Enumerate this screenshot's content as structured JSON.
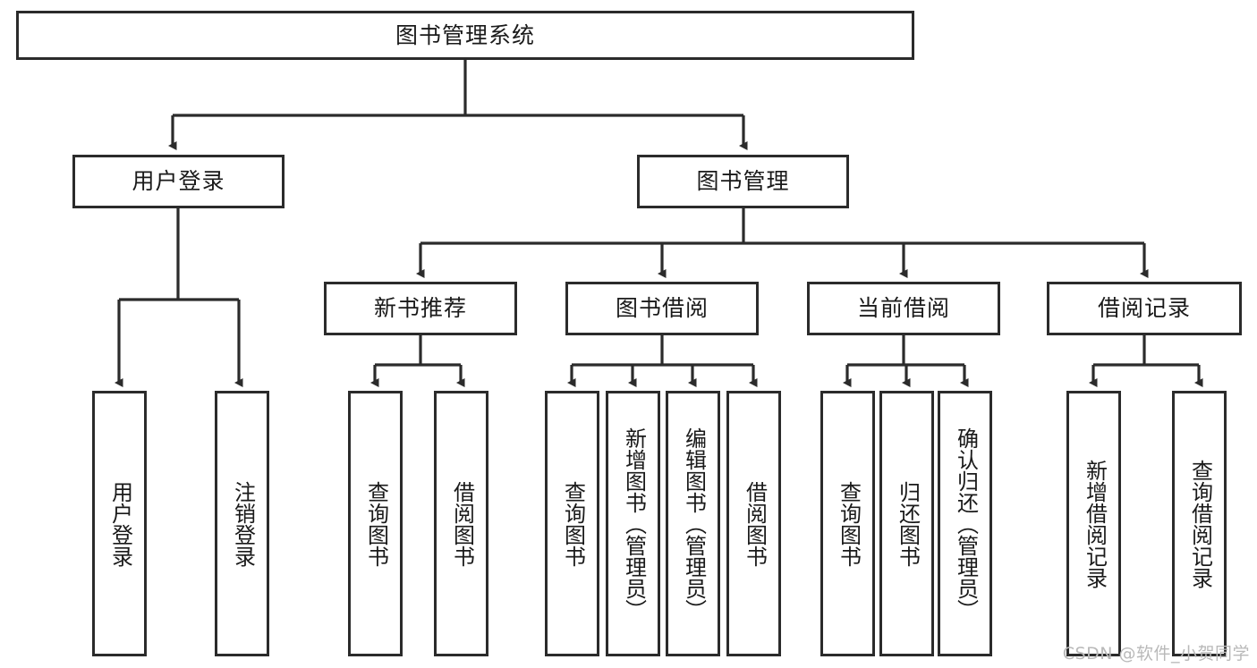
{
  "diagram": {
    "title": "图书管理系统",
    "type": "tree-hierarchy",
    "watermark": "CSDN @软件_小贺同学",
    "colors": {
      "border": "#2b2b2b",
      "background": "#ffffff",
      "text": "#1a1a1a",
      "watermark": "#b9b9b9"
    },
    "nodes": {
      "root": {
        "label": "图书管理系统",
        "level": 0,
        "orientation": "horizontal"
      },
      "l1": [
        {
          "id": "user-login",
          "label": "用户登录",
          "level": 1,
          "orientation": "horizontal"
        },
        {
          "id": "book-manage",
          "label": "图书管理",
          "level": 1,
          "orientation": "horizontal"
        }
      ],
      "l2": [
        {
          "id": "new-book-rec",
          "label": "新书推荐",
          "level": 2,
          "orientation": "horizontal",
          "parent": "book-manage"
        },
        {
          "id": "book-borrow",
          "label": "图书借阅",
          "level": 2,
          "orientation": "horizontal",
          "parent": "book-manage"
        },
        {
          "id": "current-borrow",
          "label": "当前借阅",
          "level": 2,
          "orientation": "horizontal",
          "parent": "book-manage"
        },
        {
          "id": "borrow-record",
          "label": "借阅记录",
          "level": 2,
          "orientation": "horizontal",
          "parent": "book-manage"
        }
      ],
      "leaves": [
        {
          "id": "leaf-user-login",
          "label": "用户登录",
          "parent": "user-login",
          "orientation": "vertical"
        },
        {
          "id": "leaf-user-logout",
          "label": "注销登录",
          "parent": "user-login",
          "orientation": "vertical"
        },
        {
          "id": "leaf-query-book-1",
          "label": "查询图书",
          "parent": "new-book-rec",
          "orientation": "vertical"
        },
        {
          "id": "leaf-borrow-book-1",
          "label": "借阅图书",
          "parent": "new-book-rec",
          "orientation": "vertical"
        },
        {
          "id": "leaf-query-book-2",
          "label": "查询图书",
          "parent": "book-borrow",
          "orientation": "vertical"
        },
        {
          "id": "leaf-add-book",
          "label": "新增图书（管理员）",
          "parent": "book-borrow",
          "orientation": "vertical"
        },
        {
          "id": "leaf-edit-book",
          "label": "编辑图书（管理员）",
          "parent": "book-borrow",
          "orientation": "vertical"
        },
        {
          "id": "leaf-borrow-book-2",
          "label": "借阅图书",
          "parent": "book-borrow",
          "orientation": "vertical"
        },
        {
          "id": "leaf-query-book-3",
          "label": "查询图书",
          "parent": "current-borrow",
          "orientation": "vertical"
        },
        {
          "id": "leaf-return-book",
          "label": "归还图书",
          "parent": "current-borrow",
          "orientation": "vertical"
        },
        {
          "id": "leaf-confirm-return",
          "label": "确认归还（管理员）",
          "parent": "current-borrow",
          "orientation": "vertical"
        },
        {
          "id": "leaf-add-record",
          "label": "新增借阅记录",
          "parent": "borrow-record",
          "orientation": "vertical"
        },
        {
          "id": "leaf-query-record",
          "label": "查询借阅记录",
          "parent": "borrow-record",
          "orientation": "vertical"
        }
      ]
    }
  }
}
